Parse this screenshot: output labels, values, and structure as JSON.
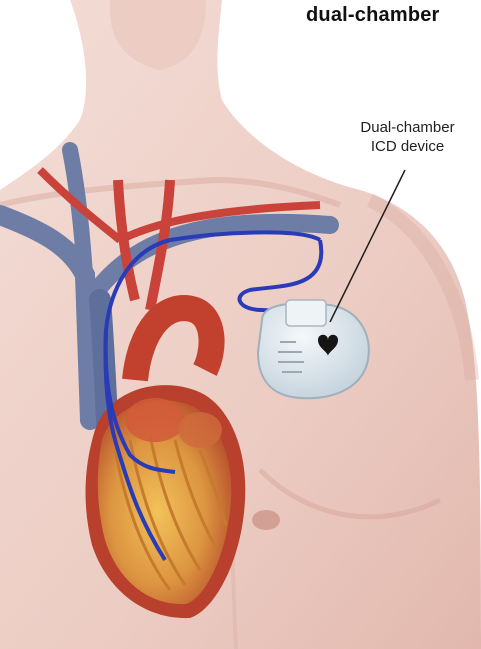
{
  "title": "dual-chamber",
  "callout": {
    "line1": "Dual-chamber",
    "line2": "ICD device"
  },
  "colors": {
    "skin": "#eed3cb",
    "skin_shadow": "#d9aaa0",
    "vein_blue": "#5f6f9c",
    "artery_red": "#c9433a",
    "lead_blue": "#2a3bb8",
    "heart_red": "#c2412e",
    "heart_tissue": "#e6a640",
    "device": "#dfe8ee"
  },
  "icons": {
    "device_logo": "heart-icon"
  }
}
